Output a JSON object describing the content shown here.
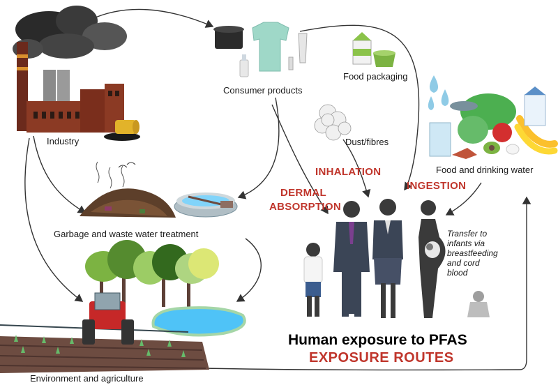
{
  "labels": {
    "industry": "Industry",
    "consumer_products": "Consumer products",
    "food_packaging": "Food packaging",
    "dust_fibres": "Dust/fibres",
    "food_water": "Food and drinking water",
    "garbage": "Garbage and waste water treatment",
    "environment": "Environment and agriculture"
  },
  "routes": {
    "inhalation": "INHALATION",
    "ingestion": "INGESTION",
    "dermal_line1": "DERMAL",
    "dermal_line2": "ABSORPTION"
  },
  "transfer_note": [
    "Transfer to",
    "infants via",
    "breastfeeding",
    "and cord",
    "blood"
  ],
  "title": "Human exposure to PFAS",
  "subtitle": "EXPOSURE ROUTES",
  "colors": {
    "accent_red": "#c0362c",
    "arrow": "#333333",
    "suit": "#3b4556",
    "skin_dark": "#3a3a3a"
  }
}
